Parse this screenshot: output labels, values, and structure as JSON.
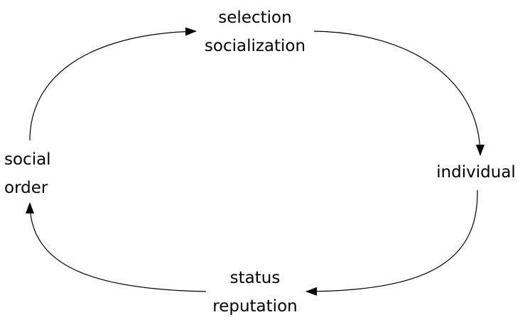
{
  "nodes": {
    "top": {
      "line1": "selection",
      "line2": "socialization"
    },
    "right": {
      "line1": "individual"
    },
    "bottom": {
      "line1": "status",
      "line2": "reputation"
    },
    "left": {
      "line1": "social",
      "line2": "order"
    }
  },
  "colors": {
    "stroke": "#000000",
    "text": "#000000",
    "background": "#ffffff"
  }
}
